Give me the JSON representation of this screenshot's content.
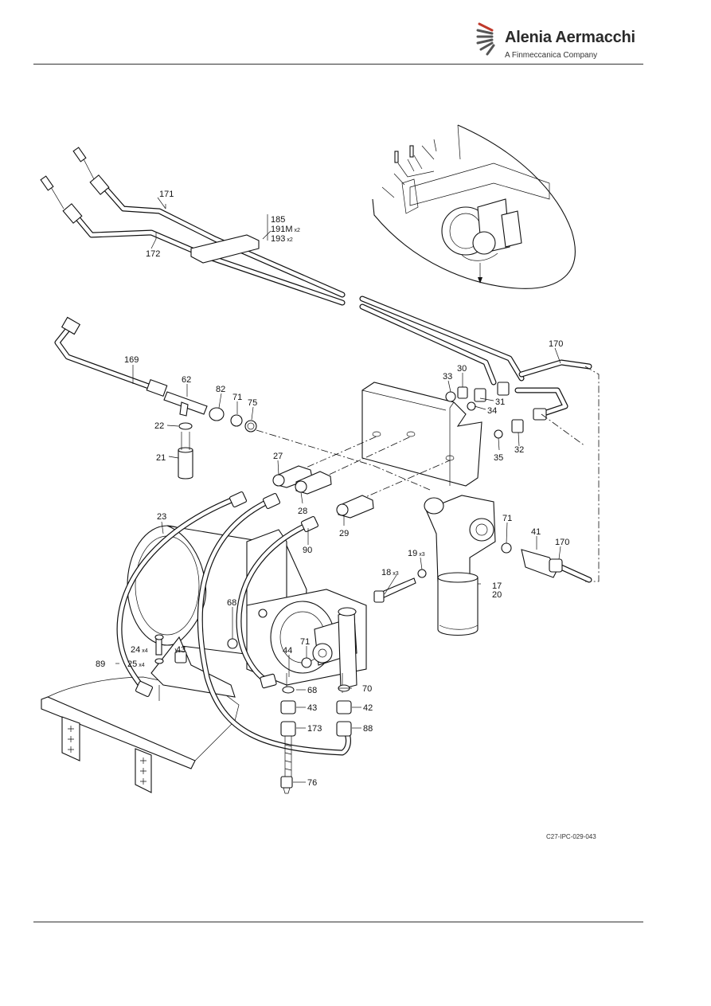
{
  "header": {
    "brand_name": "Alenia Aermacchi",
    "brand_tagline": "A Finmeccanica Company",
    "logo_icon": "alenia-aermacchi-logo-icon"
  },
  "figure": {
    "reference": "C27-IPC-029-043",
    "callouts": [
      {
        "id": "c171",
        "text": "171"
      },
      {
        "id": "c172",
        "text": "172"
      },
      {
        "id": "c185",
        "text": "185"
      },
      {
        "id": "c191",
        "text": "191M",
        "qty": "x2"
      },
      {
        "id": "c193",
        "text": "193",
        "qty": "x2"
      },
      {
        "id": "c169",
        "text": "169"
      },
      {
        "id": "c62",
        "text": "62"
      },
      {
        "id": "c82",
        "text": "82"
      },
      {
        "id": "c71a",
        "text": "71"
      },
      {
        "id": "c75",
        "text": "75"
      },
      {
        "id": "c22",
        "text": "22"
      },
      {
        "id": "c21",
        "text": "21"
      },
      {
        "id": "c33",
        "text": "33"
      },
      {
        "id": "c30",
        "text": "30"
      },
      {
        "id": "c31",
        "text": "31"
      },
      {
        "id": "c34",
        "text": "34"
      },
      {
        "id": "c170a",
        "text": "170"
      },
      {
        "id": "c35",
        "text": "35"
      },
      {
        "id": "c32",
        "text": "32"
      },
      {
        "id": "c27",
        "text": "27"
      },
      {
        "id": "c28",
        "text": "28"
      },
      {
        "id": "c29",
        "text": "29"
      },
      {
        "id": "c23",
        "text": "23"
      },
      {
        "id": "c90",
        "text": "90"
      },
      {
        "id": "c71b",
        "text": "71"
      },
      {
        "id": "c41",
        "text": "41"
      },
      {
        "id": "c170b",
        "text": "170"
      },
      {
        "id": "c19",
        "text": "19",
        "qty": "x3"
      },
      {
        "id": "c18",
        "text": "18",
        "qty": "x3"
      },
      {
        "id": "c17",
        "text": "17"
      },
      {
        "id": "c20",
        "text": "20"
      },
      {
        "id": "c68a",
        "text": "68"
      },
      {
        "id": "c24",
        "text": "24",
        "qty": "x4"
      },
      {
        "id": "c25",
        "text": "25",
        "qty": "x4"
      },
      {
        "id": "c43a",
        "text": "43"
      },
      {
        "id": "c89",
        "text": "89"
      },
      {
        "id": "c71c",
        "text": "71"
      },
      {
        "id": "c44",
        "text": "44"
      },
      {
        "id": "c68b",
        "text": "68"
      },
      {
        "id": "c70",
        "text": "70"
      },
      {
        "id": "c43b",
        "text": "43"
      },
      {
        "id": "c42",
        "text": "42"
      },
      {
        "id": "c173",
        "text": "173"
      },
      {
        "id": "c88",
        "text": "88"
      },
      {
        "id": "c76",
        "text": "76"
      }
    ]
  }
}
